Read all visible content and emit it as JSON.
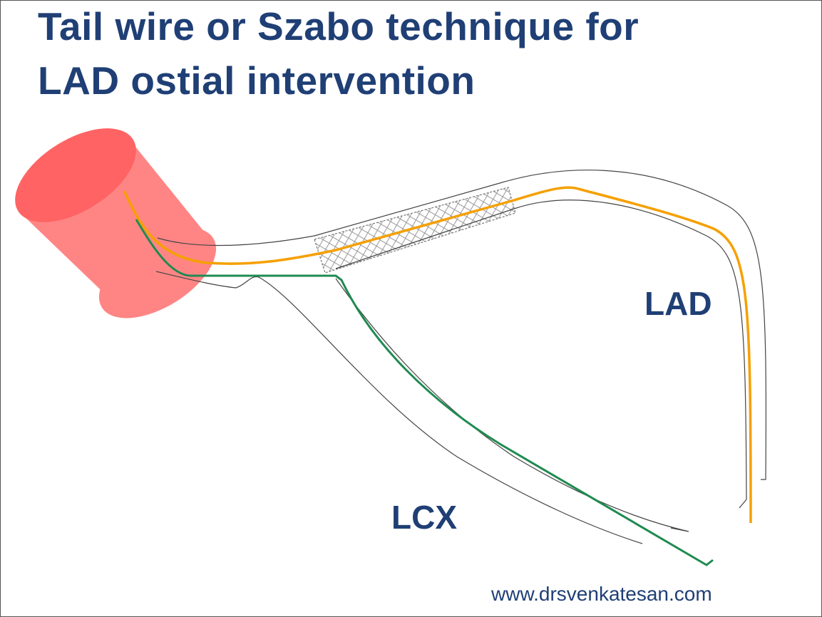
{
  "title": {
    "line1": "Tail wire or Szabo technique for",
    "line2": "LAD ostial intervention"
  },
  "labels": {
    "lad": "LAD",
    "lcx": "LCX"
  },
  "footer": {
    "url": "www.drsvenkatesan.com"
  },
  "colors": {
    "title": "#1f3f75",
    "aorta": "#ff8080",
    "aorta_top": "#ff6060",
    "lad_wire": "#f5a000",
    "lcx_wire": "#1f8a50",
    "vessel": "#444444"
  }
}
